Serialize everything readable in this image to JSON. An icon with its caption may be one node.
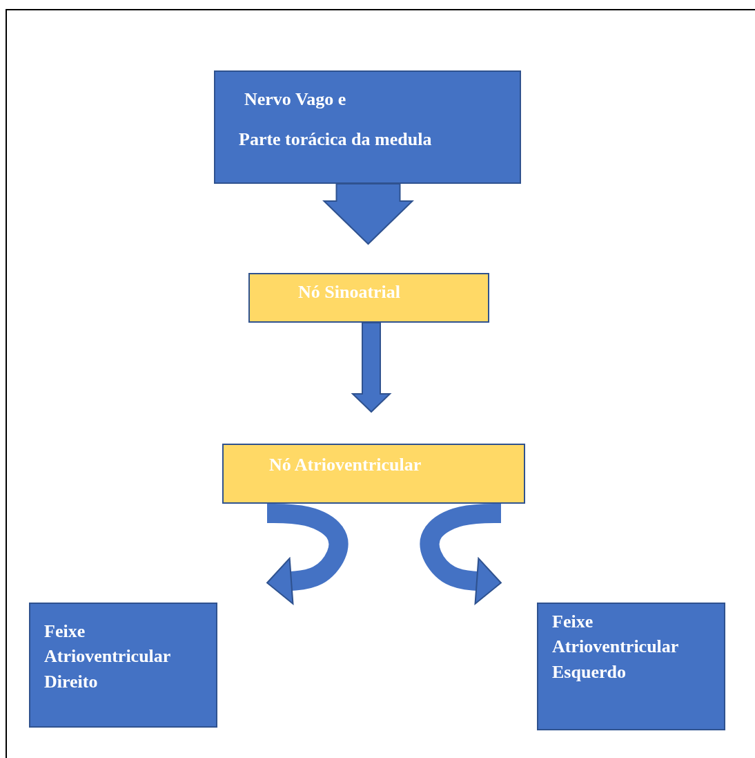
{
  "diagram": {
    "nodes": [
      {
        "text": [
          "Nervo Vago e",
          "Parte torácica da medula"
        ]
      },
      {
        "text": [
          "Nó Sinoatrial"
        ]
      },
      {
        "text": [
          "Nó Atrioventricular"
        ]
      },
      {
        "text": [
          "Feixe Atrioventricular Direito"
        ]
      },
      {
        "text": [
          "Feixe Atrioventricular Esquerdo"
        ]
      }
    ],
    "edges": [
      {
        "from": 0,
        "to": 1,
        "arrow": "to"
      },
      {
        "from": 1,
        "to": 2,
        "arrow": "to"
      },
      {
        "from": 2,
        "to": 3,
        "arrow": "to"
      },
      {
        "from": 2,
        "to": 4,
        "arrow": "to"
      }
    ]
  }
}
